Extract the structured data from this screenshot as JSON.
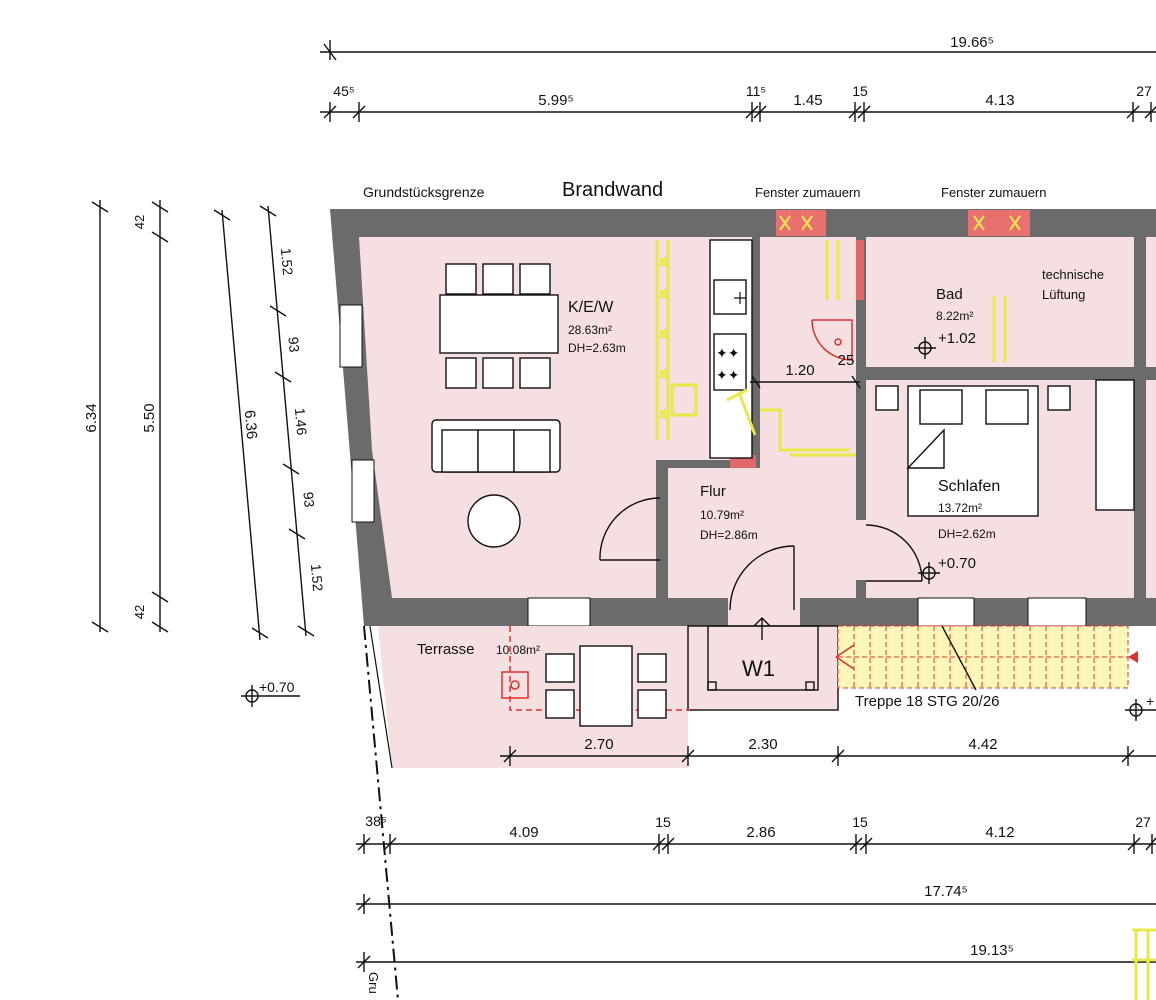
{
  "top_dims": {
    "overall": "19.66⁵",
    "s1": "45⁵",
    "s2": "5.99⁵",
    "s3": "11⁵",
    "s4": "1.45",
    "s5": "15",
    "s6": "4.13",
    "s7": "27"
  },
  "labels": {
    "grundstuecksgrenze": "Grundstücksgrenze",
    "brandwand": "Brandwand",
    "fenster1": "Fenster zumauern",
    "fenster2": "Fenster zumauern",
    "technische_lueftung_1": "technische",
    "technische_lueftung_2": "Lüftung",
    "treppe": "Treppe 18 STG 20/26",
    "gru": "Gru"
  },
  "left_dims": {
    "h1": "6.34",
    "h2": "5.50",
    "h2_top": "42",
    "h2_bottom": "42",
    "diag_total": "6.36",
    "d1": "1.52",
    "d2": "93",
    "d3": "1.46",
    "d4": "93",
    "d5": "1.52"
  },
  "rooms": {
    "kew": {
      "name": "K/E/W",
      "area": "28.63m²",
      "height": "DH=2.63m"
    },
    "bad": {
      "name": "Bad",
      "area": "8.22m²",
      "level": "+1.02"
    },
    "flur": {
      "name": "Flur",
      "area": "10.79m²",
      "height": "DH=2.86m"
    },
    "schlafen": {
      "name": "Schlafen",
      "area": "13.72m²",
      "height": "DH=2.62m",
      "level": "+0.70"
    },
    "terrasse": {
      "name": "Terrasse",
      "area": "10.08m²"
    },
    "w1": "W1"
  },
  "inner_dims": {
    "d120": "1.20",
    "d25": "25"
  },
  "levels": {
    "outside": "+0.70",
    "right_partial": "+"
  },
  "bottom_dims_1": {
    "a": "2.70",
    "b": "2.30",
    "c": "4.42"
  },
  "bottom_dims_2": {
    "a": "38⁵",
    "b": "4.09",
    "c": "15",
    "d": "2.86",
    "e": "15",
    "f": "4.12",
    "g": "27"
  },
  "bottom_dims_3": {
    "overall": "17.74⁵"
  },
  "bottom_dims_4": {
    "overall": "19.13⁵"
  },
  "colors": {
    "wall": "#6b6b6b",
    "room_fill": "#f6dfe0",
    "service": "#e8e84a",
    "red": "#e0302a",
    "stair": "#fff7b8"
  }
}
